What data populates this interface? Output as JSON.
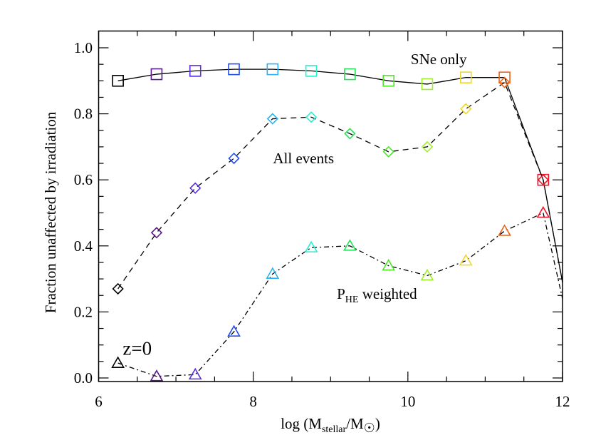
{
  "chart_data": {
    "type": "line",
    "title": "",
    "xlabel": "log (M_stellar/M_sun)",
    "xlabel_parts": {
      "prefix": "log (M",
      "sub1": "stellar",
      "mid": "/M",
      "suffix": ")"
    },
    "ylabel": "Fraction unaffected by irradiation",
    "xlim": [
      6,
      12
    ],
    "ylim": [
      0.0,
      1.0
    ],
    "grid": false,
    "x_ticks_major": [
      6,
      8,
      10,
      12
    ],
    "x_tick_labels": [
      "6",
      "8",
      "10",
      "12"
    ],
    "x_ticks_minor_step": 0.5,
    "y_ticks_major": [
      0.0,
      0.2,
      0.4,
      0.6,
      0.8,
      1.0
    ],
    "y_tick_labels": [
      "0.0",
      "0.2",
      "0.4",
      "0.6",
      "0.8",
      "1.0"
    ],
    "y_ticks_minor_step": 0.05,
    "x": [
      6.25,
      6.75,
      7.25,
      7.75,
      8.25,
      8.75,
      9.25,
      9.75,
      10.25,
      10.75,
      11.25,
      11.75
    ],
    "marker_colors": [
      "#000000",
      "#5a1a8a",
      "#5a2ee0",
      "#1e4ef0",
      "#28b4f0",
      "#28f0d0",
      "#28e05a",
      "#50e628",
      "#a0f028",
      "#f0d828",
      "#f06414",
      "#f01428"
    ],
    "series": [
      {
        "name": "SNe only",
        "marker": "square",
        "line_style": "solid",
        "values": [
          0.9,
          0.92,
          0.93,
          0.935,
          0.935,
          0.93,
          0.92,
          0.9,
          0.89,
          0.91,
          0.91,
          0.6
        ],
        "end_point": [
          12.0,
          0.29
        ]
      },
      {
        "name": "All events",
        "marker": "diamond",
        "line_style": "dashed",
        "values": [
          0.27,
          0.44,
          0.575,
          0.665,
          0.785,
          0.79,
          0.74,
          0.685,
          0.7,
          0.815,
          0.895,
          0.6
        ],
        "end_point": [
          12.0,
          0.29
        ]
      },
      {
        "name": "P_HE weighted",
        "marker": "triangle",
        "line_style": "dashdot",
        "values": [
          0.045,
          0.005,
          0.01,
          0.14,
          0.315,
          0.395,
          0.4,
          0.34,
          0.31,
          0.355,
          0.445,
          0.5
        ],
        "end_point": [
          12.0,
          0.24
        ]
      }
    ],
    "annotations": [
      {
        "text": "SNe only",
        "x": 10.4,
        "y": 0.965
      },
      {
        "text": "All events",
        "x": 8.65,
        "y": 0.665
      },
      {
        "text_main": "P",
        "text_sub": "HE",
        "text_rest": " weighted",
        "x": 9.6,
        "y": 0.255
      },
      {
        "text": "z=0",
        "x": 6.5,
        "y": 0.085
      }
    ]
  }
}
